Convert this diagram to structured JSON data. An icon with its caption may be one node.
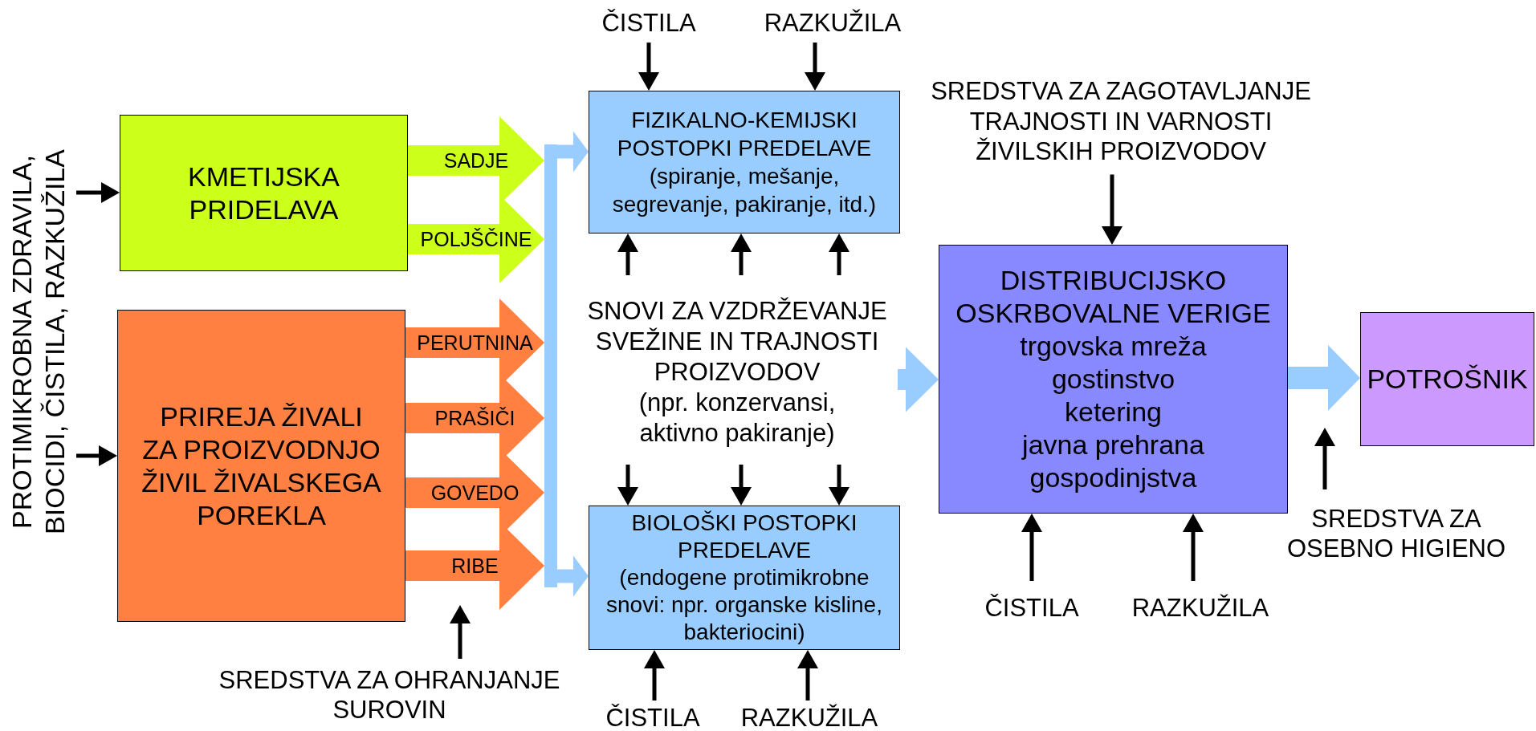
{
  "diagram": {
    "nodes": [
      {
        "text": [
          "PROTIMIKROBNA ZDRAVILA, BIOCIDI, ČISTILA, RAZKUŽILA"
        ]
      },
      {
        "text": [
          "KMETIJSKA PRIDELAVA"
        ]
      },
      {
        "text": [
          "PRIREJA ŽIVALI ZA PROIZVODNJO ŽIVIL ŽIVALSKEGA POREKLA"
        ]
      },
      {
        "text": [],
        "shape": "bar"
      },
      {
        "text": [
          "ČISTILA"
        ]
      },
      {
        "text": [
          "RAZKUŽILA"
        ]
      },
      {
        "text": [
          "FIZIKALNO-KEMIJSKI POSTOPKI PREDELAVE",
          "(spiranje, mešanje, segrevanje, pakiranje, itd.)"
        ]
      },
      {
        "text": [
          "SNOVI ZA VZDRŽEVANJE SVEŽINE IN TRAJNOSTI PROIZVODOV",
          "(npr. konzervansi, aktivno pakiranje)"
        ]
      },
      {
        "text": [
          "BIOLOŠKI POSTOPKI PREDELAVE",
          "(endogene protimikrobne snovi: npr. organske kisline, bakteriocini)"
        ]
      },
      {
        "text": [
          "ČISTILA"
        ]
      },
      {
        "text": [
          "RAZKUŽILA"
        ]
      },
      {
        "text": [
          "SREDSTVA ZA ZAGOTAVLJANJE TRAJNOSTI IN VARNOSTI ŽIVILSKIH PROIZVODOV"
        ]
      },
      {
        "text": [
          "DISTRIBUCIJSKO OSKRBOVALNE VERIGE",
          "trgovska mreža",
          "gostinstvo",
          "ketering",
          "javna prehrana",
          "gospodinjstva"
        ]
      },
      {
        "text": [
          "POTROŠNIK"
        ]
      },
      {
        "text": [
          "ČISTILA"
        ]
      },
      {
        "text": [
          "RAZKUŽILA"
        ]
      },
      {
        "text": [
          "SREDSTVA ZA OSEBNO HIGIENO"
        ]
      },
      {
        "text": [
          "SREDSTVA ZA OHRANJANJE SUROVIN"
        ]
      }
    ],
    "edges": [
      {
        "from": 0,
        "to": 1,
        "arrow": "to"
      },
      {
        "from": 0,
        "to": 2,
        "arrow": "to"
      },
      {
        "from": 1,
        "to": 3,
        "arrow": "to",
        "label": "SADJE",
        "style": "thick",
        "color": "#ccff1a"
      },
      {
        "from": 1,
        "to": 3,
        "arrow": "to",
        "label": "POLJŠČINE",
        "style": "thick",
        "color": "#ccff1a"
      },
      {
        "from": 2,
        "to": 3,
        "arrow": "to",
        "label": "PERUTNINA",
        "style": "thick",
        "color": "#ff8040"
      },
      {
        "from": 2,
        "to": 3,
        "arrow": "to",
        "label": "PRAŠIČI",
        "style": "thick",
        "color": "#ff8040"
      },
      {
        "from": 2,
        "to": 3,
        "arrow": "to",
        "label": "GOVEDO",
        "style": "thick",
        "color": "#ff8040"
      },
      {
        "from": 2,
        "to": 3,
        "arrow": "to",
        "label": "RIBE",
        "style": "thick",
        "color": "#ff8040"
      },
      {
        "from": 3,
        "to": 6,
        "arrow": "to",
        "style": "thick",
        "color": "#99ccff"
      },
      {
        "from": 3,
        "to": 8,
        "arrow": "to",
        "style": "thick",
        "color": "#99ccff"
      },
      {
        "from": 4,
        "to": 6,
        "arrow": "to"
      },
      {
        "from": 5,
        "to": 6,
        "arrow": "to"
      },
      {
        "from": 7,
        "to": 6,
        "arrow": "to"
      },
      {
        "from": 7,
        "to": 6,
        "arrow": "to"
      },
      {
        "from": 7,
        "to": 6,
        "arrow": "to"
      },
      {
        "from": 7,
        "to": 8,
        "arrow": "to"
      },
      {
        "from": 7,
        "to": 8,
        "arrow": "to"
      },
      {
        "from": 7,
        "to": 8,
        "arrow": "to"
      },
      {
        "from": 7,
        "to": 12,
        "arrow": "to",
        "style": "thick",
        "color": "#99ccff"
      },
      {
        "from": 9,
        "to": 8,
        "arrow": "to"
      },
      {
        "from": 10,
        "to": 8,
        "arrow": "to"
      },
      {
        "from": 11,
        "to": 12,
        "arrow": "to"
      },
      {
        "from": 14,
        "to": 12,
        "arrow": "to"
      },
      {
        "from": 15,
        "to": 12,
        "arrow": "to"
      },
      {
        "from": 12,
        "to": 13,
        "arrow": "to",
        "style": "thick",
        "color": "#99ccff"
      },
      {
        "from": 16,
        "to": 13,
        "arrow": "to"
      },
      {
        "from": 17,
        "to": null,
        "arrow": "to"
      }
    ]
  }
}
